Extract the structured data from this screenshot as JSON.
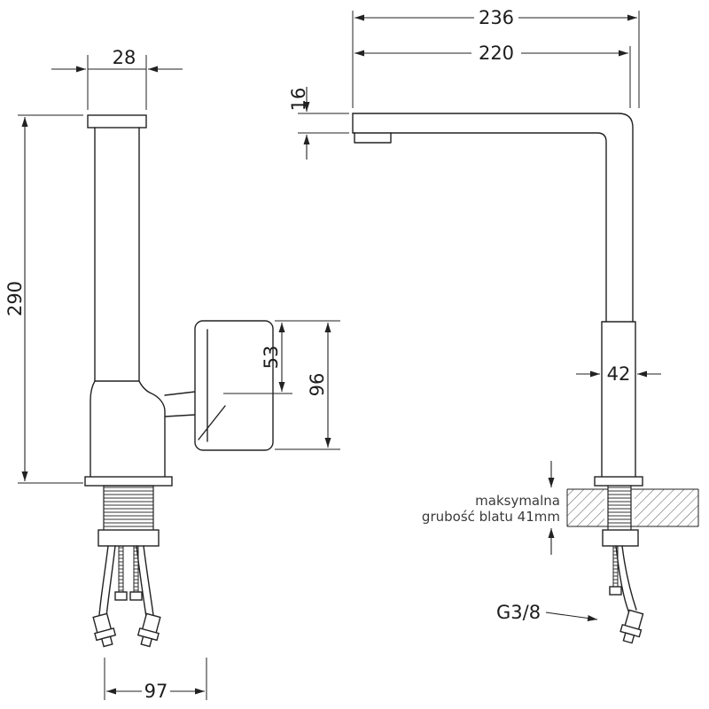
{
  "drawing": {
    "dims": {
      "spout_overall_reach": "236",
      "spout_reach": "220",
      "spout_height": "16",
      "top_width": "28",
      "total_height": "290",
      "handle_upper_height": "53",
      "handle_height": "96",
      "body_width": "42",
      "base_spread": "97",
      "thread": "G3/8"
    },
    "note": {
      "line1": "maksymalna",
      "line2": "grubość blatu 41mm"
    }
  }
}
